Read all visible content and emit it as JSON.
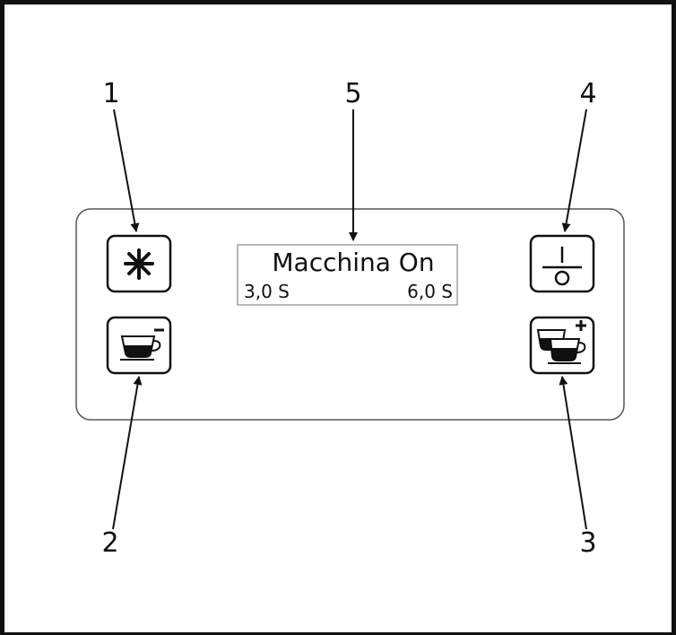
{
  "display": {
    "line1": "Macchina On",
    "line2_left": "3,0 S",
    "line2_right": "6,0 S"
  },
  "callouts": {
    "c1": "1",
    "c2": "2",
    "c3": "3",
    "c4": "4",
    "c5": "5"
  },
  "buttons": [
    {
      "id": "1",
      "icon": "asterisk-icon"
    },
    {
      "id": "2",
      "icon": "single-cup-minus-icon"
    },
    {
      "id": "3",
      "icon": "double-cup-plus-icon"
    },
    {
      "id": "4",
      "icon": "power-icon"
    }
  ],
  "colors": {
    "ink": "#111111",
    "panel": "#ffffff",
    "panel_border": "#555555"
  }
}
